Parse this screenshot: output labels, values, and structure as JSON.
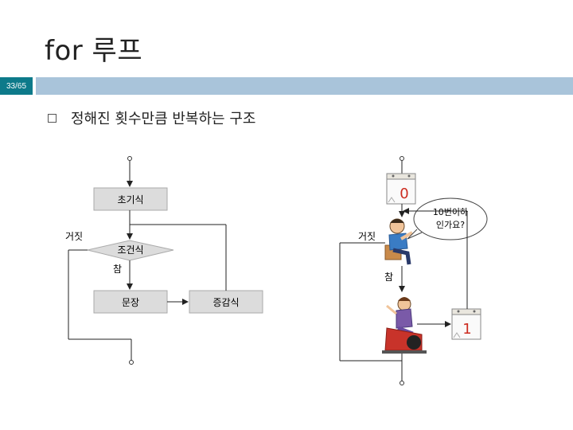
{
  "slide": {
    "title": "for 루프",
    "page_indicator": "33/65",
    "bullet": "정해진 횟수만큼 반복하는 구조"
  },
  "flowchart": {
    "init_label": "초기식",
    "condition_label": "조건식",
    "true_label": "참",
    "false_label": "거짓",
    "statement_label": "문장",
    "increment_label": "증감식"
  },
  "illustration": {
    "false_label": "거짓",
    "true_label": "참",
    "calendar_top": "0",
    "calendar_bottom": "1",
    "speech_line1": "10번이하",
    "speech_line2": "인가요?"
  },
  "colors": {
    "header_block": "#0d7a8a",
    "header_track": "#a9c4da",
    "box_fill": "#dcdcdc",
    "calendar_number": "#cc2b1f"
  }
}
